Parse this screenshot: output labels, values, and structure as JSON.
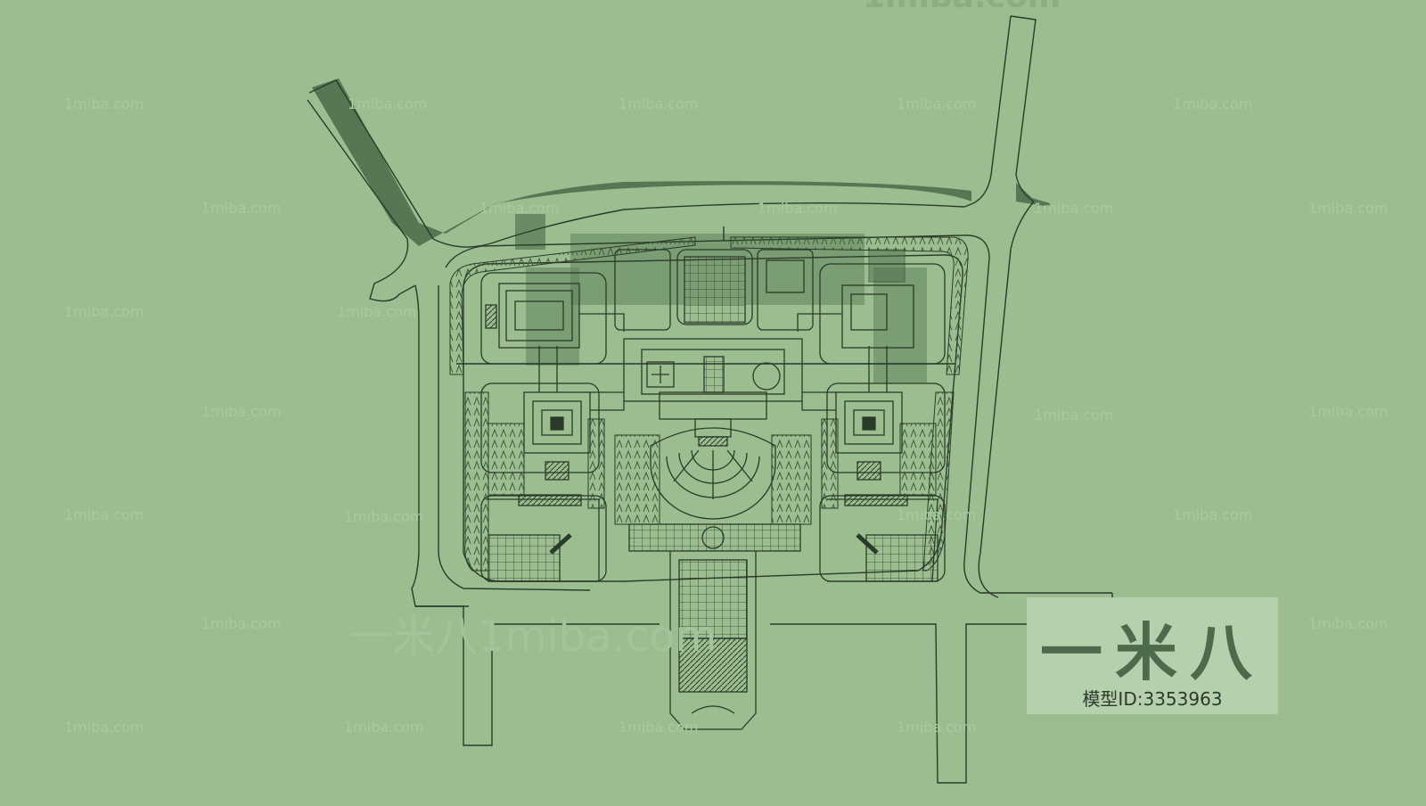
{
  "watermark": {
    "text": "1miba.com",
    "big_text": "一米八1miba.com",
    "top_text": "1miba.com"
  },
  "logo": {
    "main": "一米八",
    "model_id": "模型ID:3353963"
  },
  "colors": {
    "background": "#9bbd8f",
    "line": "#2b3b2a",
    "shadow": "#4a6a4a",
    "logo_box": "#b4d0ad"
  }
}
